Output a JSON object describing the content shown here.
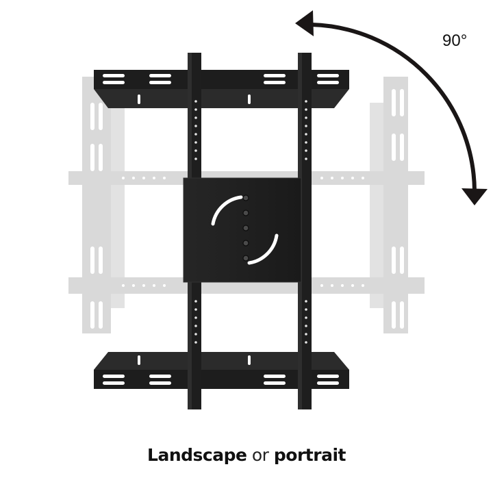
{
  "rotation": {
    "angle_label": "90°"
  },
  "caption": {
    "part1": "Landscape",
    "part2": " or ",
    "part3": "portrait"
  },
  "colors": {
    "bracket": "#1b1b1b",
    "bracket_edge": "#2e2e2e",
    "ghost": "#d8d8d8",
    "arrow": "#1a1616",
    "background": "#ffffff"
  }
}
